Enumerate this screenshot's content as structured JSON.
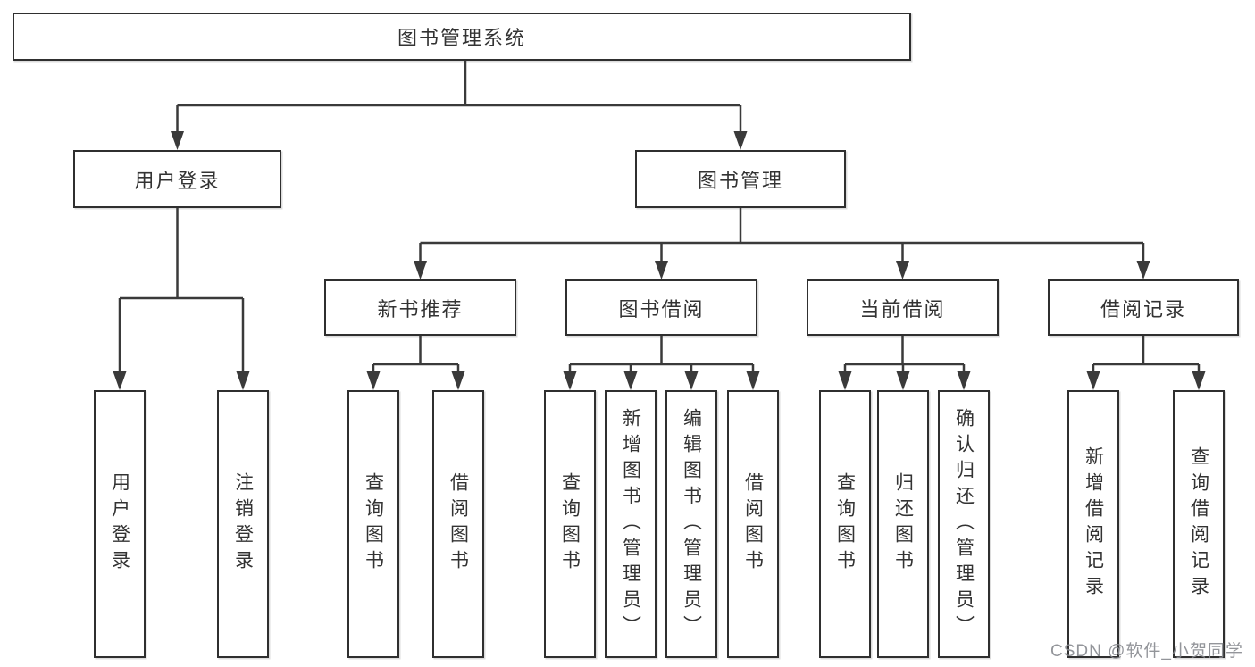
{
  "nodes": {
    "root": "图书管理系统",
    "user_login": "用户登录",
    "book_management": "图书管理",
    "new_book_recommendation": "新书推荐",
    "book_borrowing": "图书借阅",
    "current_borrowing": "当前借阅",
    "borrowing_records": "借阅记录"
  },
  "leaves": {
    "user_login": [
      "用户登录",
      "注销登录"
    ],
    "new_book_recommendation": [
      "查询图书",
      "借阅图书"
    ],
    "book_borrowing": [
      "查询图书",
      "新增图书（管理员）",
      "编辑图书（管理员）",
      "借阅图书"
    ],
    "current_borrowing": [
      "查询图书",
      "归还图书",
      "确认归还（管理员）"
    ],
    "borrowing_records": [
      "新增借阅记录",
      "查询借阅记录"
    ]
  },
  "watermark": "CSDN @软件_小贺同学",
  "colors": {
    "line": "#3a3a3a",
    "box_border": "#2f2f2f",
    "box_fill": "#ffffff",
    "text": "#333333",
    "watermark": "#878a8f",
    "background": "#ffffff"
  }
}
